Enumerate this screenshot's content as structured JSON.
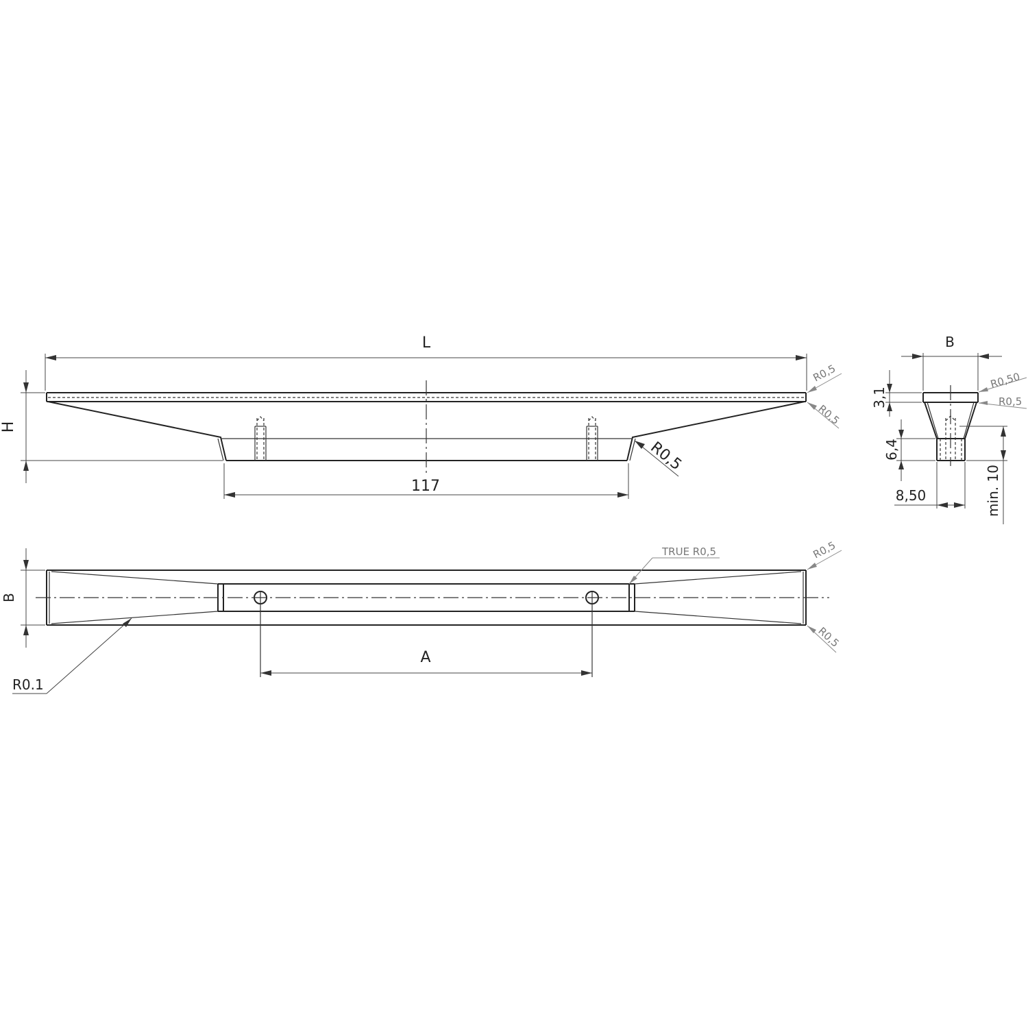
{
  "labels": {
    "L": "L",
    "H": "H",
    "B_side": "B",
    "B_top": "B",
    "dim_117": "117",
    "r05_big": "R0,5",
    "r05_top_right_1": "R0,5",
    "r05_top_right_2": "R0,5",
    "r050_end": "R0,50",
    "r05_end": "R0,5",
    "d31": "3,1",
    "d64": "6,4",
    "d850": "8,50",
    "min10": "min. 10",
    "A": "A",
    "true_r05": "TRUE R0,5",
    "r05_plan_top": "R0,5",
    "r05_plan_bottom": "R0,5",
    "r01": "R0.1"
  },
  "colors": {
    "line": "#222222",
    "leader_grey": "#888888",
    "background": "#ffffff"
  }
}
